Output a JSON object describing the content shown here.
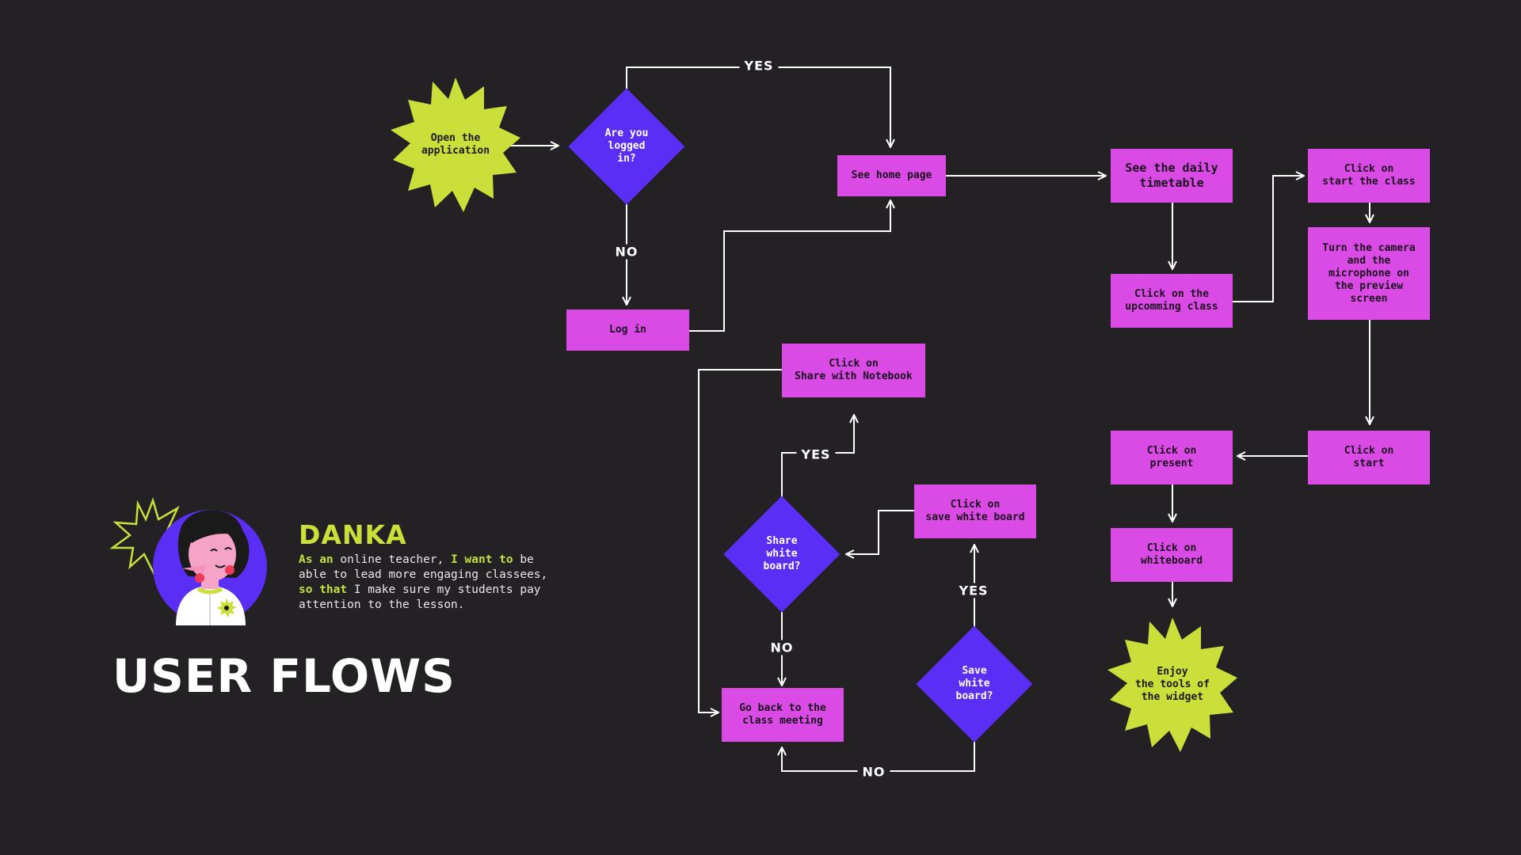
{
  "title": "USER FLOWS",
  "persona": {
    "name": "DANKA",
    "story": [
      {
        "text": "As an",
        "highlight": true
      },
      {
        "text": " online teacher, ",
        "highlight": false
      },
      {
        "text": "I want to",
        "highlight": true
      },
      {
        "text": " be able to lead more engaging classees, ",
        "highlight": false
      },
      {
        "text": "so that",
        "highlight": true
      },
      {
        "text": " I make sure my students pay attention to the lesson.",
        "highlight": false
      }
    ]
  },
  "colors": {
    "background": "#232123",
    "process": "#DA4BE6",
    "decision": "#5B2EF5",
    "terminal": "#CADF3A",
    "connector": "#FFFFFF"
  },
  "nodes": {
    "open_app": "Open the\napplication",
    "logged_in": "Are you\nlogged\nin?",
    "log_in": "Log in",
    "home_page": "See home page",
    "daily_timetable": "See the daily\ntimetable",
    "upcoming_class": "Click  on the\nupcomming class",
    "start_class": "Click on\nstart the class",
    "camera_mic": "Turn the camera\nand the\nmicrophone on\nthe preview\nscreen",
    "click_start": "Click on\nstart",
    "click_present": "Click on\npresent",
    "click_whiteboard": "Click on\nwhiteboard",
    "enjoy_tools": "Enjoy\nthe tools of\nthe widget",
    "share_notebook": "Click on\nShare with Notebook",
    "share_whiteboard": "Share\nwhite\nboard?",
    "save_whiteboard_btn": "Click on\nsave white board",
    "save_whiteboard_q": "Save\nwhite\nboard?",
    "go_back": "Go back to the\nclass meeting"
  },
  "edge_labels": {
    "logged_yes": "YES",
    "logged_no": "NO",
    "share_yes": "YES",
    "share_no": "NO",
    "save_yes": "YES",
    "save_no": "NO"
  }
}
